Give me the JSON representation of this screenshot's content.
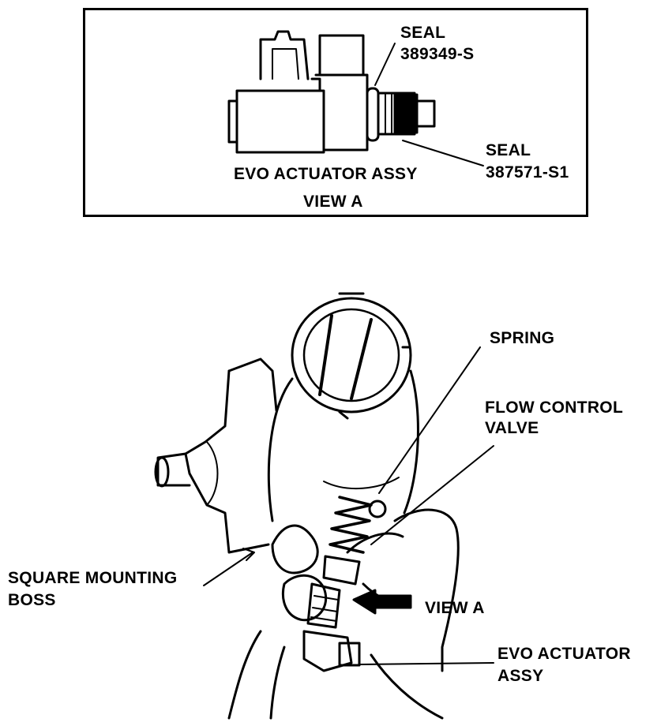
{
  "view_a": {
    "seal_top_title": "SEAL",
    "seal_top_part": "389349-S",
    "seal_bottom_title": "SEAL",
    "seal_bottom_part": "387571-S1",
    "assembly_caption": "EVO ACTUATOR ASSY",
    "view_caption": "VIEW A"
  },
  "main": {
    "spring": "SPRING",
    "flow_control_line1": "FLOW CONTROL",
    "flow_control_line2": "VALVE",
    "boss_line1": "SQUARE MOUNTING",
    "boss_line2": "BOSS",
    "view_a": "VIEW A",
    "actuator_line1": "EVO ACTUATOR",
    "actuator_line2": "ASSY"
  }
}
